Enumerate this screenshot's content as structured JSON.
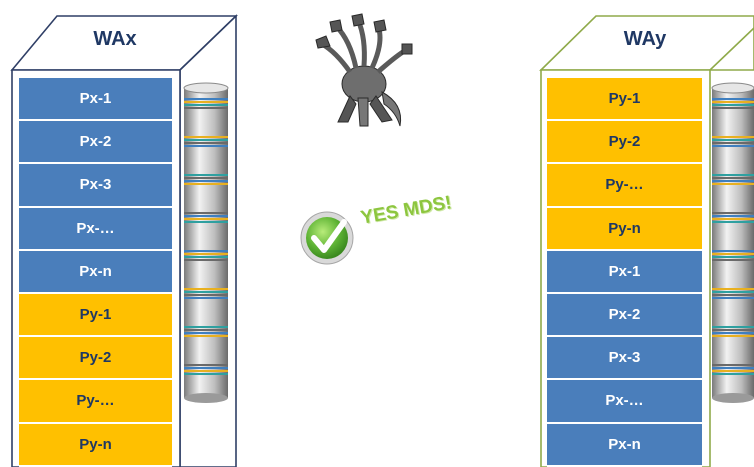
{
  "colors": {
    "px_fill": "#4a7ebb",
    "px_text": "#ffffff",
    "py_fill": "#ffc000",
    "py_text": "#1f3864",
    "wax_border": "#2f3f66",
    "way_border": "#8faa4a",
    "check_green": "#5fb435",
    "yes_green": "#8dc63f"
  },
  "left_container": {
    "title": "WAx",
    "blocks": [
      {
        "label": "Px-1",
        "kind": "px"
      },
      {
        "label": "Px-2",
        "kind": "px"
      },
      {
        "label": "Px-3",
        "kind": "px"
      },
      {
        "label": "Px-…",
        "kind": "px"
      },
      {
        "label": "Px-n",
        "kind": "px"
      },
      {
        "label": "Py-1",
        "kind": "py"
      },
      {
        "label": "Py-2",
        "kind": "py"
      },
      {
        "label": "Py-…",
        "kind": "py"
      },
      {
        "label": "Py-n",
        "kind": "py"
      }
    ]
  },
  "right_container": {
    "title": "WAy",
    "blocks": [
      {
        "label": "Py-1",
        "kind": "py"
      },
      {
        "label": "Py-2",
        "kind": "py"
      },
      {
        "label": "Py-…",
        "kind": "py"
      },
      {
        "label": "Py-n",
        "kind": "py"
      },
      {
        "label": "Px-1",
        "kind": "px"
      },
      {
        "label": "Px-2",
        "kind": "px"
      },
      {
        "label": "Px-3",
        "kind": "px"
      },
      {
        "label": "Px-…",
        "kind": "px"
      },
      {
        "label": "Px-n",
        "kind": "px"
      }
    ]
  },
  "center": {
    "creature_icon": "hydra-icon",
    "check_icon": "green-checkmark-icon",
    "status_text": "YES MDS!"
  },
  "storage_icon": "disk-stack-icon"
}
